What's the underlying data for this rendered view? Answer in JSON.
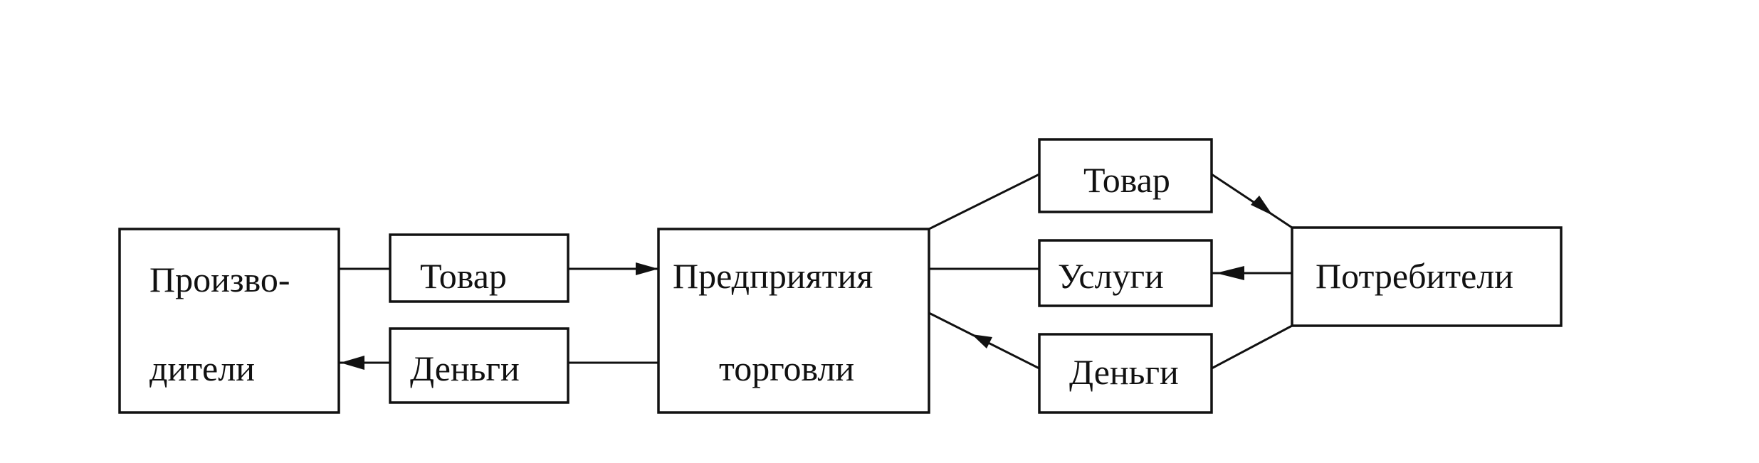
{
  "nodes": {
    "producers": {
      "line1": "Произво-",
      "line2": "дители"
    },
    "goods_left": {
      "label": "Товар"
    },
    "money_left": {
      "label": "Деньги"
    },
    "trade": {
      "line1": "Предприятия",
      "line2": "торговли"
    },
    "goods_right": {
      "label": "Товар"
    },
    "services_right": {
      "label": "Услуги"
    },
    "money_right": {
      "label": "Деньги"
    },
    "consumers": {
      "label": "Потребители"
    }
  },
  "colors": {
    "stroke": "#111111",
    "background": "#ffffff"
  }
}
